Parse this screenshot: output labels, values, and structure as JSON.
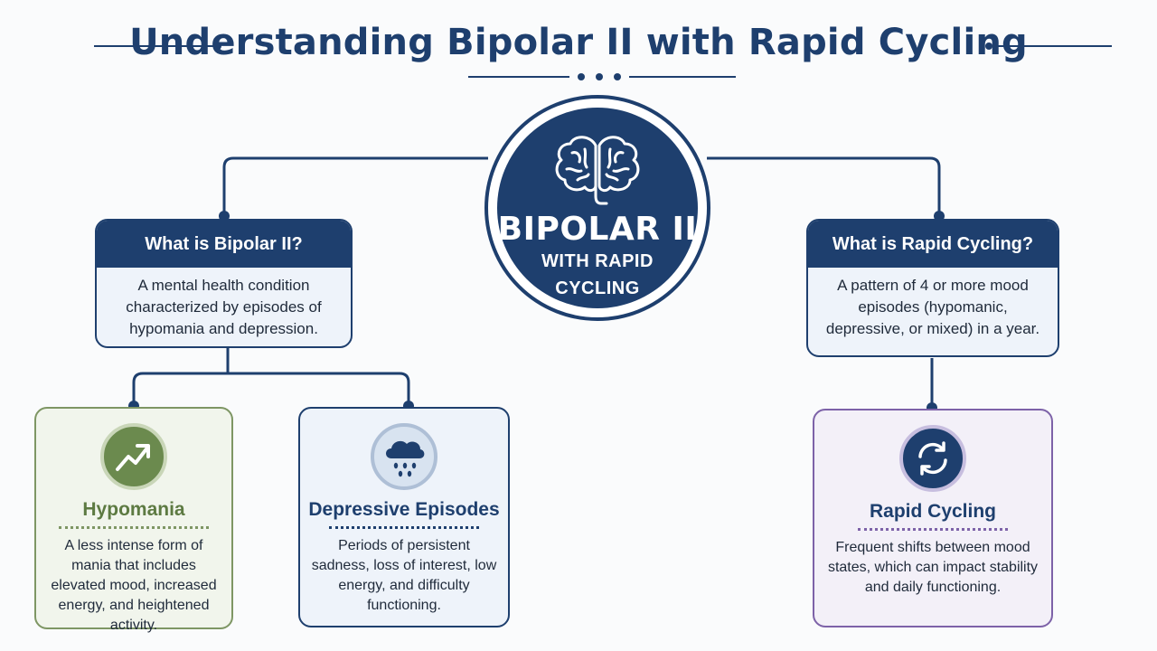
{
  "title": "Understanding Bipolar II with Rapid Cycling",
  "center": {
    "line1": "BIPOLAR II",
    "line2": "WITH RAPID",
    "line3": "CYCLING",
    "icon": "brain-icon"
  },
  "bipolar_info": {
    "heading": "What is Bipolar II?",
    "body": "A mental health condition characterized by episodes of hypomania and depression."
  },
  "rapid_info": {
    "heading": "What is Rapid Cycling?",
    "body": "A pattern of 4 or more mood episodes (hypomanic, depressive, or mixed) in a year."
  },
  "cards": {
    "hypomania": {
      "title": "Hypomania",
      "body": "A less intense form of mania that includes elevated mood, increased energy, and heightened activity.",
      "icon": "trending-up-icon"
    },
    "depressive": {
      "title": "Depressive Episodes",
      "body": "Periods of persistent sadness, loss of interest, low energy, and difficulty functioning.",
      "icon": "rain-cloud-icon"
    },
    "rapid": {
      "title": "Rapid Cycling",
      "body": "Frequent shifts between mood states, which can impact stability and daily functioning.",
      "icon": "cycle-arrows-icon"
    }
  },
  "colors": {
    "navy": "#1e3f6e",
    "green": "#6b8a4e",
    "purple": "#7d62a8",
    "light_blue": "#eef3fa"
  }
}
